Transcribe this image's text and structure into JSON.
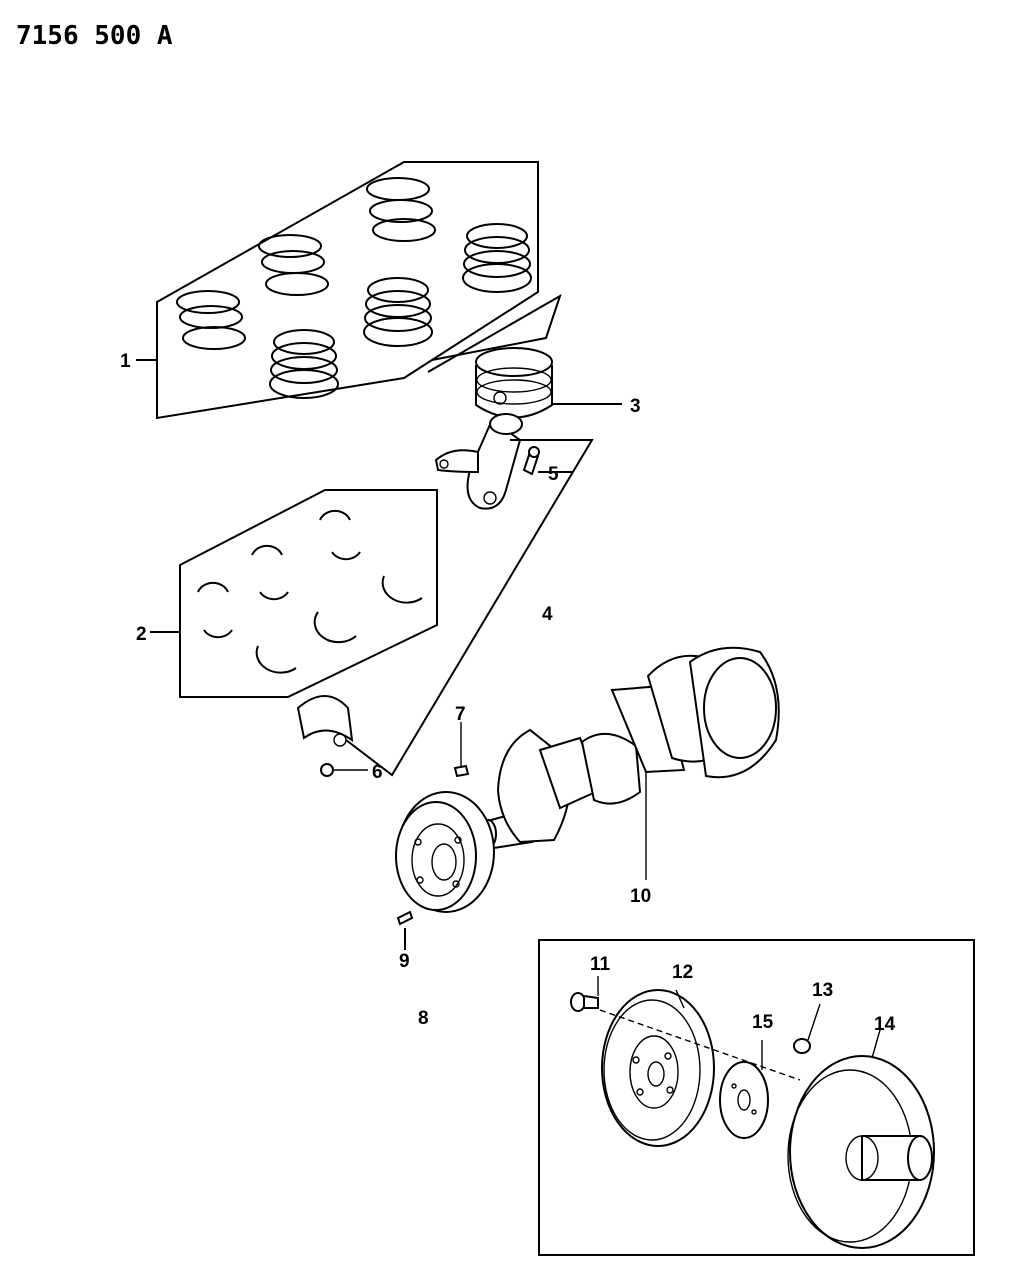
{
  "document": {
    "code": "7156  500 A"
  },
  "callouts": {
    "c1": "1",
    "c2": "2",
    "c3": "3",
    "c4": "4",
    "c5": "5",
    "c6": "6",
    "c7": "7",
    "c8": "8",
    "c9": "9",
    "c10": "10",
    "c11": "11",
    "c12": "12",
    "c13": "13",
    "c14": "14",
    "c15": "15"
  },
  "icons": {
    "ring-set": "piston-ring-set-icon",
    "bearing-set": "bearing-shell-set-icon",
    "piston": "piston-icon",
    "rod": "connecting-rod-icon",
    "crank": "crankshaft-icon",
    "damper": "vibration-damper-icon",
    "flywheel": "flywheel-icon",
    "converter": "torque-converter-icon"
  }
}
